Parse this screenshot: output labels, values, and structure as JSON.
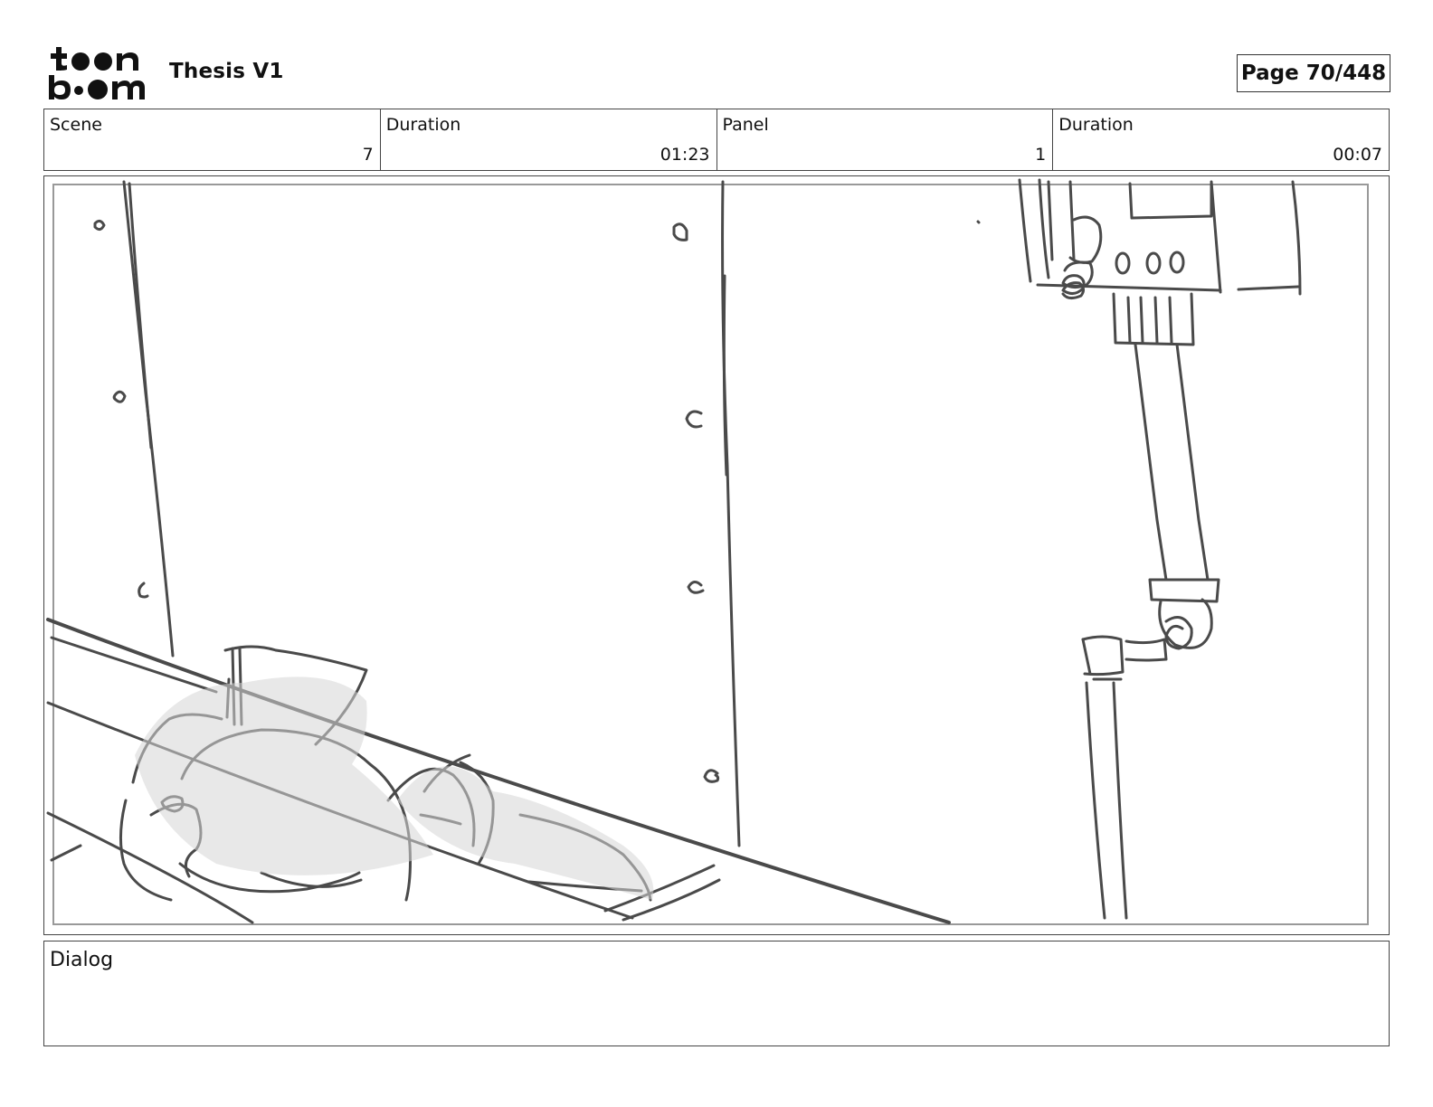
{
  "header": {
    "logo_text": "toon boom",
    "project_title": "Thesis V1",
    "page_label": "Page",
    "page_number": "70/448"
  },
  "info": {
    "scene_label": "Scene",
    "scene_value": "7",
    "scene_duration_label": "Duration",
    "scene_duration_value": "01:23",
    "panel_label": "Panel",
    "panel_value": "1",
    "panel_duration_label": "Duration",
    "panel_duration_value": "00:07"
  },
  "dialog": {
    "label": "Dialog",
    "text": ""
  }
}
